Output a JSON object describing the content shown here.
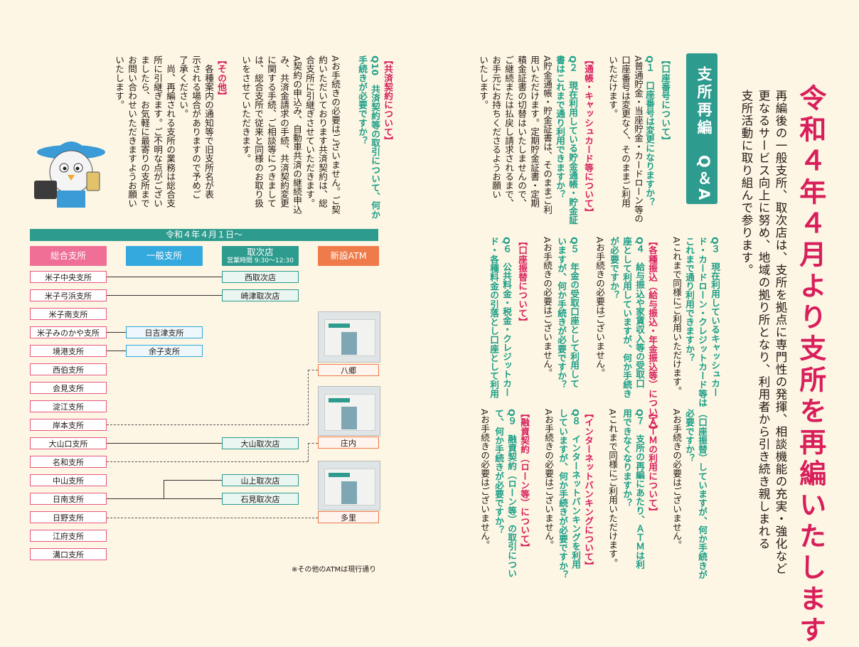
{
  "title": "令和４年４月より支所を再編いたします",
  "intro": "再編後の一般支所、取次店は、支所を拠点に専門性の発揮、相談機能の充実・強化など\n更なるサービス向上に努め、地域の拠り所となり、利用者から引き続き親しまれる\n支所活動に取り組んで参ります。",
  "banner": "支所再編　Q＆A",
  "qa": {
    "c1": {
      "cat": "【口座番号について】",
      "q": "Q１　口座番号は変更になりますか？",
      "a": "A普通貯金・当座貯金・カードローン等の\n口座番号は変更なく、そのままご利用\nいただけます。"
    },
    "c2": {
      "cat": "【通帳・キャッシュカード等について】",
      "q": "Q２　現在利用している貯金通帳・貯金証\n書はこれまで通り利用できますか？",
      "a": "A貯金通帳・貯金証書は、そのままご利\n用いただけます。定期貯金証書・定期\n積金証書の切替はいたしませんので、\nご継続または払戻し請求されるまで、\nお手元にお持ちくださるようお願い\nいたします。"
    },
    "c3": {
      "q": "Q３　現在利用しているキャッシュカー\nド・カードローン・クレジットカード等は\nこれまで通り利用できますか？",
      "a": "Aこれまで同様にご利用いただけます。"
    },
    "c4": {
      "cat": "【各種振込（給与振込・年金振込等）について】",
      "q": "Q４　給与振込や家賃収入等の受取口\n座として利用していますが、何か手続き\nが必要ですか？",
      "a": "Aお手続きの必要はございません。"
    },
    "c5": {
      "q": "Q５　年金の受取口座として利用して\nいますが、何か手続きが必要ですか？",
      "a": "Aお手続きの必要はございません。"
    },
    "c6": {
      "cat": "【口座振替について】",
      "q": "Q６　公共料金・税金・クレジットカー\nド・各種料金の引落とし口座として利用",
      "q2": "（口座振替）していますが、何か手続きが\n必要ですか？",
      "a": "Aお手続きの必要はございません。"
    },
    "c7": {
      "cat": "【ＡＴＭの利用について】",
      "q": "Q７　支所の再編にあたり、ＡＴＭは利\n用できなくなりますか？",
      "a": "Aこれまで同様にご利用いただけます。"
    },
    "c8": {
      "cat": "【インターネットバンキングについて】",
      "q": "Q８　インターネットバンキングを利用\nしていますが、何か手続きが必要ですか？",
      "a": "Aお手続きの必要はございません。"
    },
    "c9": {
      "cat": "【融資契約（ローン等）について】",
      "q": "Q９　融資契約（ローン等）の取引につい\nて、何か手続きが必要ですか？",
      "a": "Aお手続きの必要はございません。"
    },
    "c10": {
      "cat": "【共済契約について】",
      "q": "Q10　共済契約等の取引について、何か\n手続きが必要ですか？",
      "a": "Aお手続きの必要はございません。ご契\n約いただいております共済契約は、総\n合支所に引継ぎさせていただきます。\nA契約の申込み、自動車共済の継続申込\nみ、共済金請求の手続、共済契約変更\nに関する手続、ご相談等につきまして\nは、総合支所で従来と同様のお取り扱\nいをさせていただきます。"
    },
    "c11": {
      "cat": "【その他】",
      "a": "　各種案内の通知等で旧支所名が表\n示される場合がありますので予めご\n了承ください。\n　尚、再編される支所の業務は総合支\n所に引継ぎます。ご不明な点がござい\nましたら、お気軽に最寄りの支所まで\nお問い合わせいただきますようお願い\nいたします。"
    }
  },
  "diagram": {
    "header": "令和４年４月１日～",
    "cols": {
      "sogo": "総合支所",
      "ippan": "一般支所",
      "toritsugi": "取次店",
      "hours": "営業時間 9:30～12:30",
      "atm": "新設ATM"
    },
    "sogo": [
      "米子中央支所",
      "米子弓浜支所",
      "米子南支所",
      "米子みのかや支所",
      "境港支所",
      "西伯支所",
      "会見支所",
      "淀江支所",
      "岸本支所",
      "大山口支所",
      "名和支所",
      "中山支所",
      "日南支所",
      "日野支所",
      "江府支所",
      "溝口支所"
    ],
    "ippan": [
      "日吉津支所",
      "余子支所"
    ],
    "toritsugi": [
      "西取次店",
      "崎津取次店",
      "大山取次店",
      "山上取次店",
      "石見取次店"
    ],
    "atm": [
      "八郷",
      "庄内",
      "多里"
    ],
    "note": "※その他のATMは現行通り"
  },
  "colors": {
    "pink": "#d81e5b",
    "teal": "#2d9b8d",
    "sogo": "#ef6f97",
    "ippan": "#33a9de",
    "atm": "#f07b4a"
  }
}
